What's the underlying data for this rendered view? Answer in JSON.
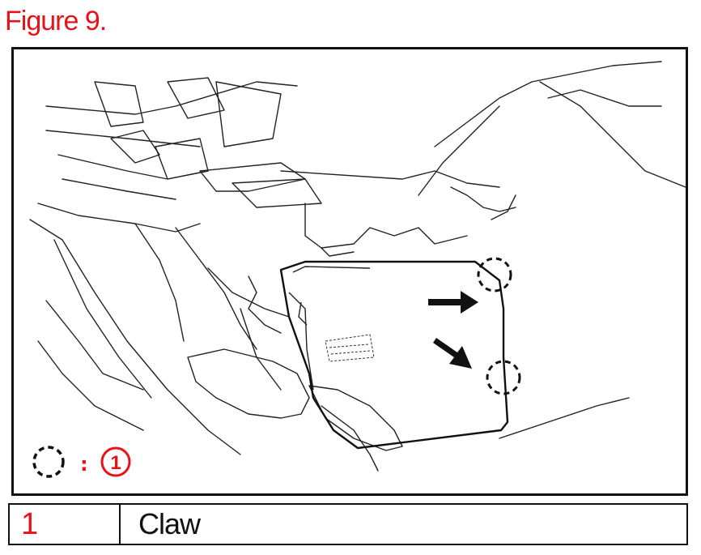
{
  "figure": {
    "title": "Figure 9.",
    "callout_number": "1",
    "callout_separator": ":"
  },
  "legend": [
    {
      "number": "1",
      "label": "Claw"
    }
  ],
  "colors": {
    "accent_red": "#e8131a",
    "line": "#111111"
  },
  "icons": [
    "dashed-circle-claw-marker",
    "push-arrow"
  ]
}
